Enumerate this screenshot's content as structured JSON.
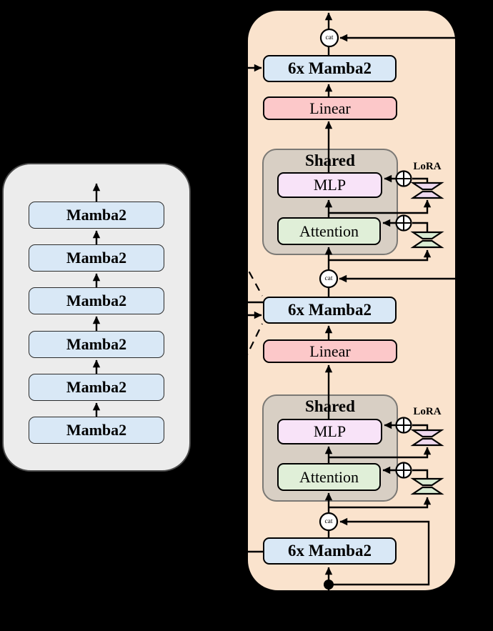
{
  "figure": {
    "kind": "model-architecture-diagram"
  },
  "colors": {
    "background": "#000000",
    "left_panel_fill": "#ECECEC",
    "left_panel_border": "#4A4A4A",
    "right_panel_fill": "#FAE3CD",
    "panel_border": "#000000",
    "mamba_fill": "#D9E8F6",
    "linear_fill": "#FCC8C9",
    "mlp_fill": "#F8E3F8",
    "attention_fill": "#E0EFD8",
    "shared_fill": "#D8CFC4",
    "shared_border": "#7B7975",
    "lora_mlp_fill": "#EFD9EF",
    "lora_attention_fill": "#DAECD3"
  },
  "left_panel": {
    "blocks": [
      "Mamba2",
      "Mamba2",
      "Mamba2",
      "Mamba2",
      "Mamba2",
      "Mamba2"
    ]
  },
  "right_panel": {
    "concat_label": "cat",
    "upper": {
      "mamba": "6x Mamba2",
      "linear": "Linear",
      "shared_title": "Shared",
      "mlp": "MLP",
      "attention": "Attention",
      "lora": "LoRA"
    },
    "lower": {
      "mamba": "6x Mamba2",
      "linear": "Linear",
      "shared_title": "Shared",
      "mlp": "MLP",
      "attention": "Attention",
      "lora": "LoRA"
    },
    "bottom": {
      "mamba": "6x Mamba2"
    }
  }
}
